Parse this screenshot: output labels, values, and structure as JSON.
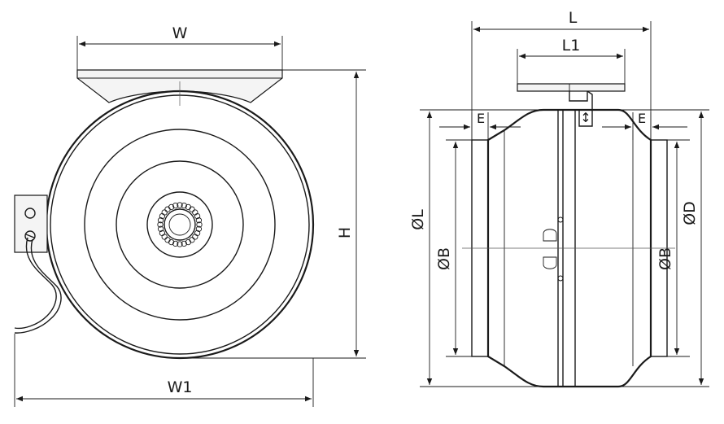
{
  "front_view": {
    "dim_w": "W",
    "dim_w1": "W1",
    "dim_h": "H"
  },
  "side_view": {
    "dim_l": "L",
    "dim_l1": "L1",
    "dim_e_left": "E",
    "dim_e_right": "E",
    "dim_dl": "ØL",
    "dim_db_left": "ØB",
    "dim_db_right": "ØB",
    "dim_dd": "ØD"
  }
}
